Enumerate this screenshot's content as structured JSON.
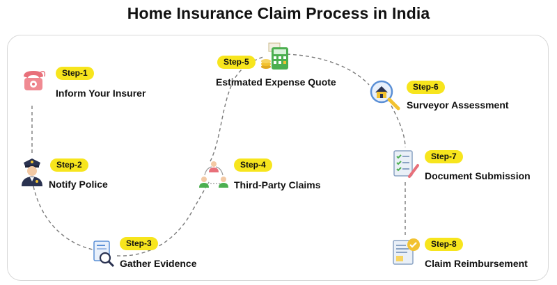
{
  "title": "Home Insurance Claim Process in India",
  "steps": [
    {
      "badge": "Step-1",
      "label": "Inform Your Insurer",
      "icon": "phone-icon"
    },
    {
      "badge": "Step-2",
      "label": "Notify Police",
      "icon": "police-officer-icon"
    },
    {
      "badge": "Step-3",
      "label": "Gather Evidence",
      "icon": "evidence-magnifier-icon"
    },
    {
      "badge": "Step-4",
      "label": "Third-Party Claims",
      "icon": "people-network-icon"
    },
    {
      "badge": "Step-5",
      "label": "Estimated Expense Quote",
      "icon": "calculator-coins-icon"
    },
    {
      "badge": "Step-6",
      "label": "Surveyor Assessment",
      "icon": "house-magnifier-icon"
    },
    {
      "badge": "Step-7",
      "label": "Document Submission",
      "icon": "checklist-icon"
    },
    {
      "badge": "Step-8",
      "label": "Claim Reimbursement",
      "icon": "check-document-icon"
    }
  ],
  "colors": {
    "badge": "#f7e51d",
    "path": "#7a7a7a",
    "phone": "#e8707a",
    "police": "#2a3250",
    "icon_blue": "#5a8fd6",
    "icon_green": "#4caf50",
    "icon_yellow": "#f2c230"
  }
}
